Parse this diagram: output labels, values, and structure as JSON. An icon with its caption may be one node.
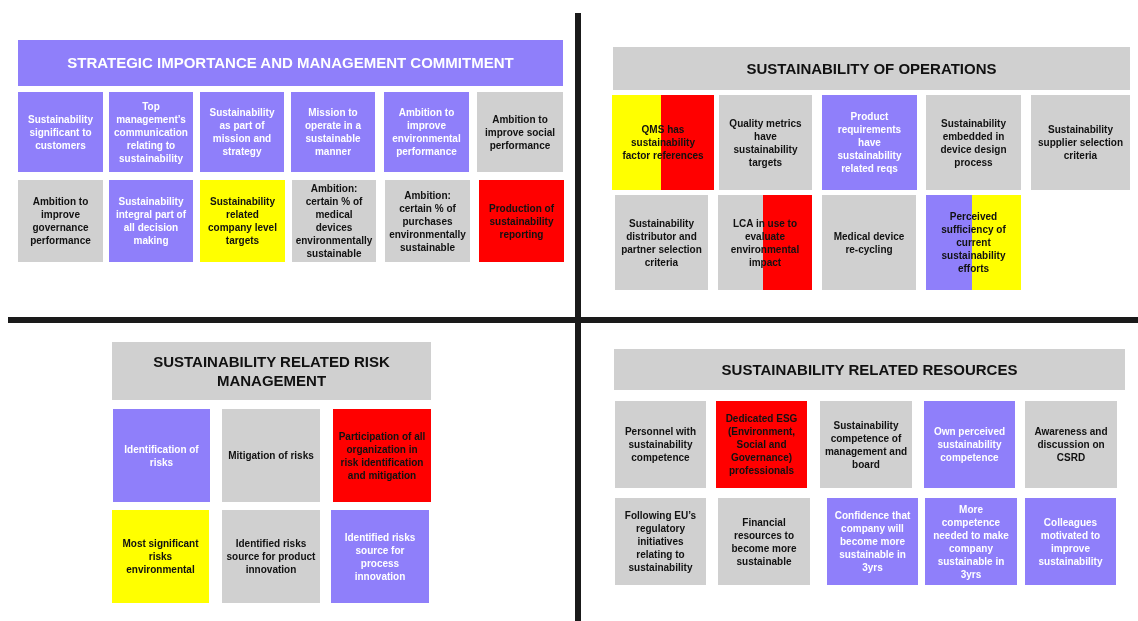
{
  "diagram": {
    "nodes": [
      {
        "text": [
          "STRATEGIC IMPORTANCE AND MANAGEMENT COMMITMENT"
        ]
      },
      {
        "text": [
          "Sustainability significant to customers"
        ]
      },
      {
        "text": [
          "Top management’s communication relating to sustainability"
        ]
      },
      {
        "text": [
          "Sustainability as part of mission and strategy"
        ]
      },
      {
        "text": [
          "Mission to operate in a sustainable manner"
        ]
      },
      {
        "text": [
          "Ambition to improve environmental performance"
        ]
      },
      {
        "text": [
          "Ambition to improve social performance"
        ]
      },
      {
        "text": [
          "Ambition to improve governance performance"
        ]
      },
      {
        "text": [
          "Sustainability integral part of all decision making"
        ]
      },
      {
        "text": [
          "Sustainability related company level targets"
        ]
      },
      {
        "text": [
          "Ambition: certain % of medical devices environmentally sustainable"
        ]
      },
      {
        "text": [
          "Ambition: certain % of purchases environmentally sustainable"
        ]
      },
      {
        "text": [
          "Production of sustainability reporting"
        ]
      },
      {
        "text": [
          "SUSTAINABILITY OF OPERATIONS"
        ]
      },
      {
        "text": [
          "QMS has sustainability factor references"
        ]
      },
      {
        "text": [
          "Quality metrics have sustainability targets"
        ]
      },
      {
        "text": [
          "Product requirements have sustainability related reqs"
        ]
      },
      {
        "text": [
          "Sustainability embedded in device design process"
        ]
      },
      {
        "text": [
          "Sustainability supplier selection criteria"
        ]
      },
      {
        "text": [
          "Sustainability distributor and partner selection criteria"
        ]
      },
      {
        "text": [
          "LCA in use to evaluate environmental impact"
        ]
      },
      {
        "text": [
          "Medical device re-cycling"
        ]
      },
      {
        "text": [
          "Perceived sufficiency of current sustainability efforts"
        ]
      },
      {
        "text": [
          "SUSTAINABILITY RELATED RISK MANAGEMENT"
        ]
      },
      {
        "text": [
          "Identification of risks"
        ]
      },
      {
        "text": [
          "Mitigation of risks"
        ]
      },
      {
        "text": [
          "Participation of all organization in risk identification and mitigation"
        ]
      },
      {
        "text": [
          "Most significant risks environmental"
        ]
      },
      {
        "text": [
          "Identified risks source for product innovation"
        ]
      },
      {
        "text": [
          "Identified risks source for process innovation"
        ]
      },
      {
        "text": [
          "SUSTAINABILITY RELATED RESOURCES"
        ]
      },
      {
        "text": [
          "Personnel with sustainability competence"
        ]
      },
      {
        "text": [
          "Dedicated ESG (Environment, Social and Governance) professionals"
        ]
      },
      {
        "text": [
          "Sustainability competence of management and board"
        ]
      },
      {
        "text": [
          "Own perceived sustainability competence"
        ]
      },
      {
        "text": [
          "Awareness and discussion on CSRD"
        ]
      },
      {
        "text": [
          "Following EU’s regulatory initiatives relating to sustainability"
        ]
      },
      {
        "text": [
          "Financial resources to become more sustainable"
        ]
      },
      {
        "text": [
          "Confidence that company will become more sustainable in 3yrs"
        ]
      },
      {
        "text": [
          "More competence needed to make company sustainable in 3yrs"
        ]
      },
      {
        "text": [
          "Colleagues motivated to improve sustainability"
        ]
      }
    ]
  }
}
